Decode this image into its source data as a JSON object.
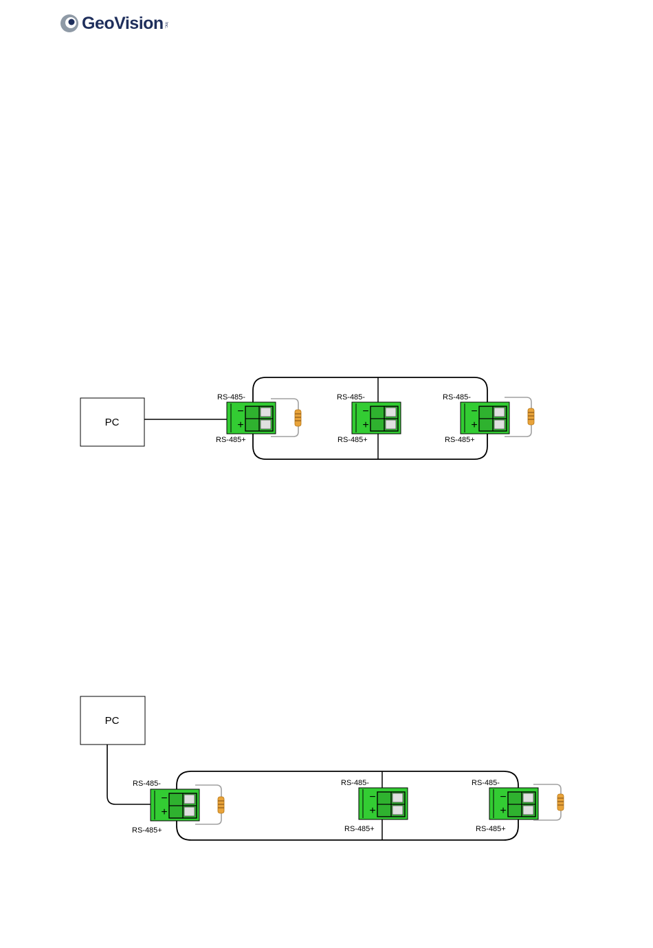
{
  "logo": {
    "text": "GeoVision",
    "suffix": "Inc."
  },
  "colors": {
    "terminal_green": "#33cc33",
    "wire": "#000000",
    "resistor_loop": "#a0a0a0",
    "resistor_body": "#e8a33a"
  },
  "diagram1": {
    "pc_label": "PC",
    "terminals": [
      {
        "top_label": "RS-485-",
        "bottom_label": "RS-485+",
        "minus": "−",
        "plus": "+"
      },
      {
        "top_label": "RS-485-",
        "bottom_label": "RS-485+",
        "minus": "−",
        "plus": "+"
      },
      {
        "top_label": "RS-485-",
        "bottom_label": "RS-485+",
        "minus": "−",
        "plus": "+"
      }
    ]
  },
  "diagram2": {
    "pc_label": "PC",
    "terminals": [
      {
        "top_label": "RS-485-",
        "bottom_label": "RS-485+",
        "minus": "−",
        "plus": "+"
      },
      {
        "top_label": "RS-485-",
        "bottom_label": "RS-485+",
        "minus": "−",
        "plus": "+"
      },
      {
        "top_label": "RS-485-",
        "bottom_label": "RS-485+",
        "minus": "−",
        "plus": "+"
      }
    ]
  }
}
